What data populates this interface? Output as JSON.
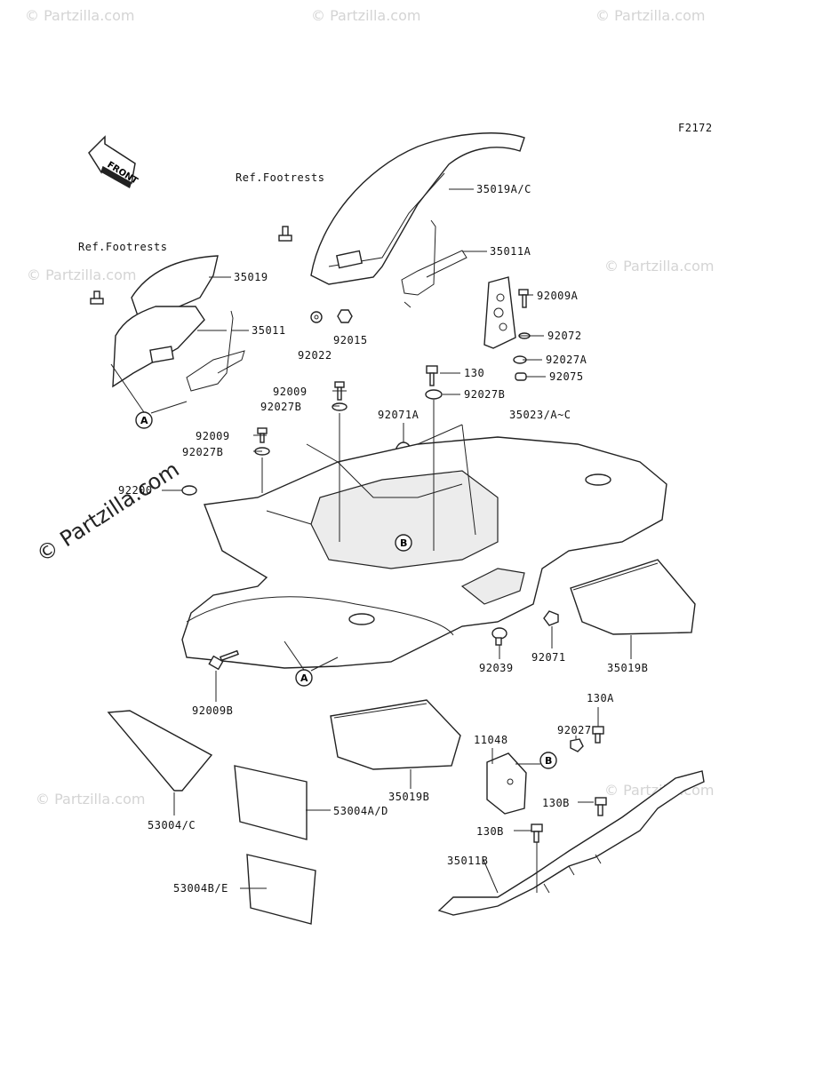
{
  "figure_code": "F2172",
  "front_label": "FRONT",
  "watermark": {
    "text": "© Partzilla.com"
  },
  "refs": {
    "footrests_upper": "Ref.Footrests",
    "footrests_lower": "Ref.Footrests"
  },
  "parts": {
    "p35019A_C": "35019A/C",
    "p35011A": "35011A",
    "p35019": "35019",
    "p35011": "35011",
    "p92015": "92015",
    "p92022": "92022",
    "p92009A": "92009A",
    "p92072": "92072",
    "p92027A": "92027A",
    "p92075": "92075",
    "p130": "130",
    "p92027B_top": "92027B",
    "p92009_a": "92009",
    "p92027B_a": "92027B",
    "p92071A": "92071A",
    "p35023": "35023/A~C",
    "p92009_b": "92009",
    "p92027B_b": "92027B",
    "p92200": "92200",
    "p92071": "92071",
    "p92039": "92039",
    "p35019B_right": "35019B",
    "p92009B": "92009B",
    "p130A": "130A",
    "p92027": "92027",
    "p11048": "11048",
    "p35019B_bottom": "35019B",
    "p53004A_D": "53004A/D",
    "p53004_C": "53004/C",
    "p130B_a": "130B",
    "p130B_b": "130B",
    "p35011B": "35011B",
    "p53004B_E": "53004B/E"
  },
  "callouts": {
    "a1": "A",
    "a2": "A",
    "b1": "B",
    "b2": "B"
  }
}
